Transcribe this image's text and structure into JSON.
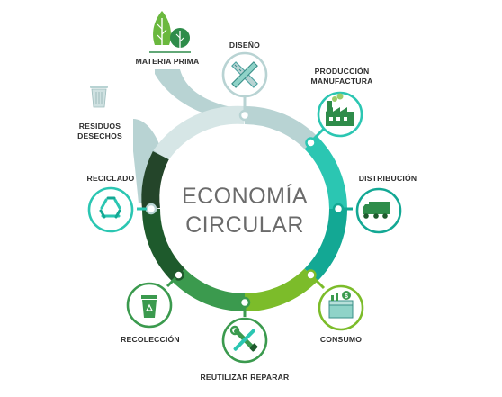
{
  "title": {
    "line1": "ECONOMÍA",
    "line2": "CIRCULAR"
  },
  "labels": {
    "materia_prima": "MATERIA PRIMA",
    "diseno": "DISEÑO",
    "produccion_1": "PRODUCCIÓN",
    "produccion_2": "MANUFACTURA",
    "distribucion": "DISTRIBUCIÓN",
    "consumo": "CONSUMO",
    "reutilizar": "REUTILIZAR REPARAR",
    "recoleccion": "RECOLECCIÓN",
    "reciclado": "RECICLADO",
    "residuos_1": "RESIDUOS",
    "residuos_2": "DESECHOS"
  },
  "icons": {
    "materia_prima": "trees-icon",
    "diseno": "ruler-pencil-icon",
    "produccion": "factory-icon",
    "distribucion": "truck-icon",
    "consumo": "shopping-box-icon",
    "reutilizar": "wrench-screwdriver-icon",
    "recoleccion": "recycle-bin-icon",
    "reciclado": "recycle-icon",
    "residuos": "trash-can-icon"
  },
  "colors": {
    "stage_light": "#b8d3d3",
    "stage_teal": "#2bc6b2",
    "stage_teal_dark": "#13a894",
    "stage_lime": "#7cbc2a",
    "stage_green": "#3b9a4e",
    "stage_dark": "#1e5a2c",
    "stage_darkest": "#1f4a25",
    "title": "#6b6b6b",
    "label": "#2e2e2e"
  }
}
